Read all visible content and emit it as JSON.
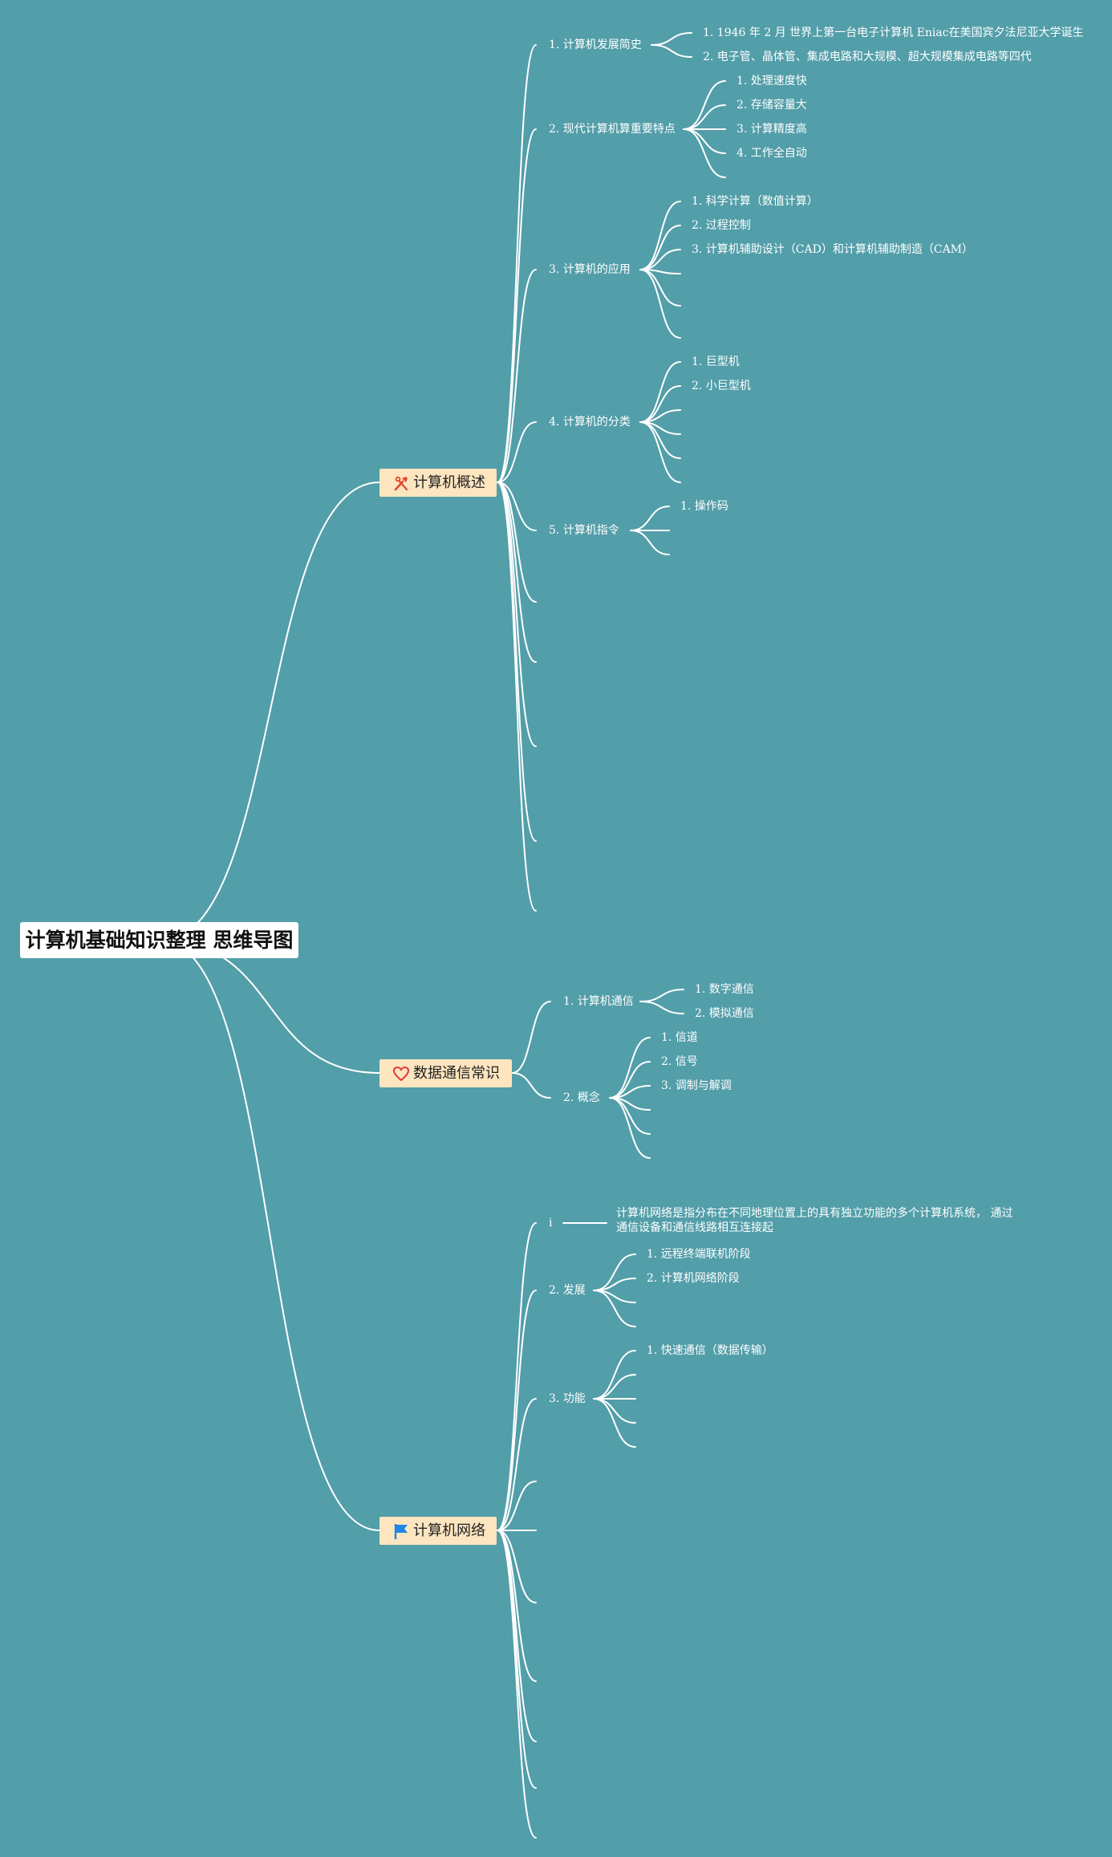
{
  "root": {
    "title": "计算机基础知识整理 思维导图"
  },
  "colors": {
    "background": "#529ea9",
    "topic_fill": "#fde5bf",
    "line": "#ffffff"
  },
  "topic1": {
    "label": "计算机概述",
    "icon": "tools-icon",
    "children": [
      {
        "label": "1. 计算机发展简史",
        "children": [
          "1. 1946 年 2 月 世界上第一台电子计算机 Eniac在美国宾夕法尼亚大学诞生",
          "2. 电子管、晶体管、集成电路和大规模、超大规模集成电路等四代"
        ]
      },
      {
        "label": "2. 现代计算机算重要特点",
        "children": [
          "1. 处理速度快",
          "2. 存储容量大",
          "3. 计算精度高",
          "4. 工作全自动"
        ]
      },
      {
        "label": "3. 计算机的应用",
        "children": [
          "1. 科学计算（数值计算）",
          "2. 过程控制",
          "3. 计算机辅助设计（CAD）和计算机辅助制造（CAM）"
        ]
      },
      {
        "label": "4. 计算机的分类",
        "children": [
          "1. 巨型机",
          "2. 小巨型机"
        ]
      },
      {
        "label": "5. 计算机指令",
        "children": [
          "1. 操作码"
        ]
      }
    ]
  },
  "topic2": {
    "label": "数据通信常识",
    "icon": "heart-icon",
    "children": [
      {
        "label": "1. 计算机通信",
        "children": [
          "1. 数字通信",
          "2. 模拟通信"
        ]
      },
      {
        "label": "2. 概念",
        "children": [
          "1. 信道",
          "2. 信号",
          "3. 调制与解调"
        ]
      }
    ]
  },
  "topic3": {
    "label": "计算机网络",
    "icon": "flag-icon",
    "children": [
      {
        "label": "i",
        "children": [
          "计算机网络是指分布在不同地理位置上的具有独立功能的多个计算机系统， 通过通信设备和通信线路相互连接起"
        ]
      },
      {
        "label": "2. 发展",
        "children": [
          "1. 远程终端联机阶段",
          "2. 计算机网络阶段"
        ]
      },
      {
        "label": "3. 功能",
        "children": [
          "1. 快速通信（数据传输）"
        ]
      }
    ]
  }
}
